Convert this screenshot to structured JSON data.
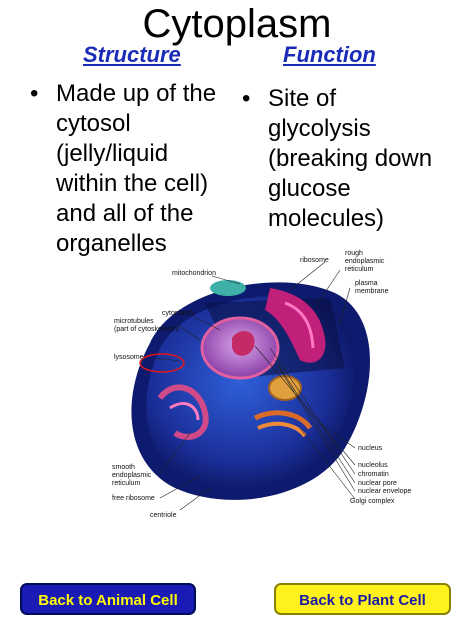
{
  "title": "Cytoplasm",
  "structure": {
    "heading": "Structure",
    "bullet": "•",
    "text": "Made up of the\ncytosol\n(jelly/liquid\nwithin the cell)\nand all of the\norganelles"
  },
  "function": {
    "heading": "Function",
    "bullet": "•",
    "text": "Site of\nglycolysis\n(breaking down\nglucose\nmolecules)"
  },
  "diagram_labels": {
    "ribosome": "ribosome",
    "rough_er": "rough\nendoplasmic\nreticulum",
    "mitochondrion": "mitochondrion",
    "plasma_membrane": "plasma\nmembrane",
    "cytoplasm": "cytoplasm",
    "microtubules": "microtubules\n(part of cytoskeleton)",
    "lysosome": "lysosome",
    "nucleus": "nucleus",
    "nucleolus": "nucleolus",
    "chromatin": "chromatin",
    "nuclear_pore": "nuclear pore",
    "nuclear_envelope": "nuclear envelope",
    "golgi": "Golgi complex",
    "smooth_er": "smooth\nendoplasmic\nreticulum",
    "free_ribosome": "free ribosome",
    "centriole": "centriole"
  },
  "buttons": {
    "animal": "Back to Animal Cell",
    "plant": "Back to Plant Cell"
  },
  "colors": {
    "heading": "#1a2bb8",
    "animal_button_bg": "#1a1ab4",
    "animal_button_text": "#fffd00",
    "plant_button_bg": "#fff21c",
    "plant_button_text": "#1a1aa6"
  }
}
